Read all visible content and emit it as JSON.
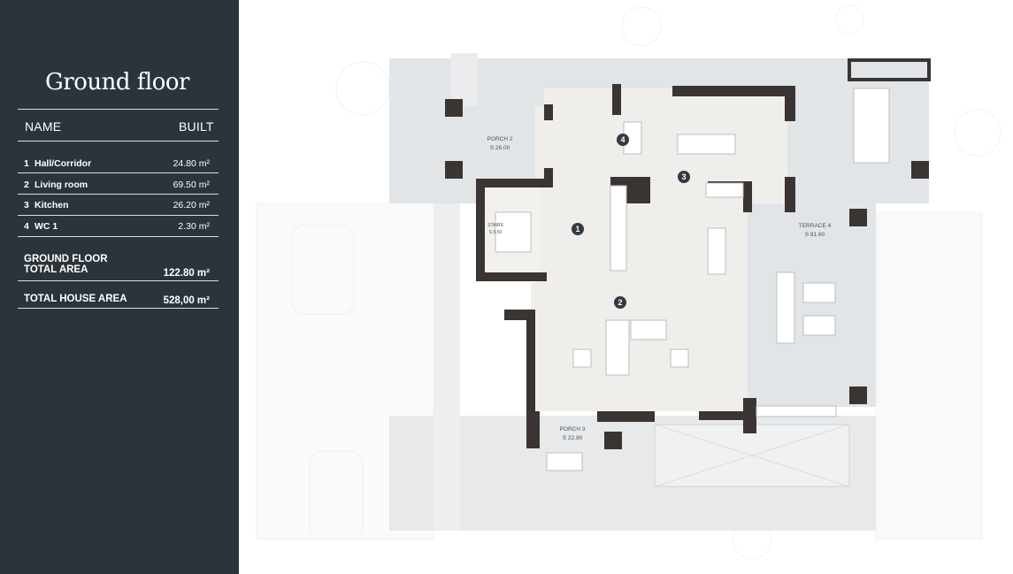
{
  "panel": {
    "title": "Ground floor",
    "col_name": "NAME",
    "col_built": "BUILT",
    "rooms": [
      {
        "num": "1",
        "name": "Hall/Corridor",
        "area": "24.80 m²"
      },
      {
        "num": "2",
        "name": "Living room",
        "area": "69.50 m²"
      },
      {
        "num": "3",
        "name": "Kitchen",
        "area": "26.20 m²"
      },
      {
        "num": "4",
        "name": "WC 1",
        "area": "2.30 m²"
      }
    ],
    "ground_total_line1": "GROUND FLOOR",
    "ground_total_line2": "TOTAL AREA",
    "ground_total_value": "122.80 m²",
    "house_total_label": "TOTAL HOUSE AREA",
    "house_total_value": "528,00 m²"
  },
  "plan": {
    "markers": [
      "1",
      "2",
      "3",
      "4"
    ],
    "porch2_name": "PORCH 2",
    "porch2_size": "S 26.00",
    "stairs_name": "STAIRS",
    "stairs_size": "S 5.50",
    "terrace4_name": "TERRACE 4",
    "terrace4_size": "S 81.60",
    "porch3_name": "PORCH 3",
    "porch3_size": "S 22.90"
  }
}
